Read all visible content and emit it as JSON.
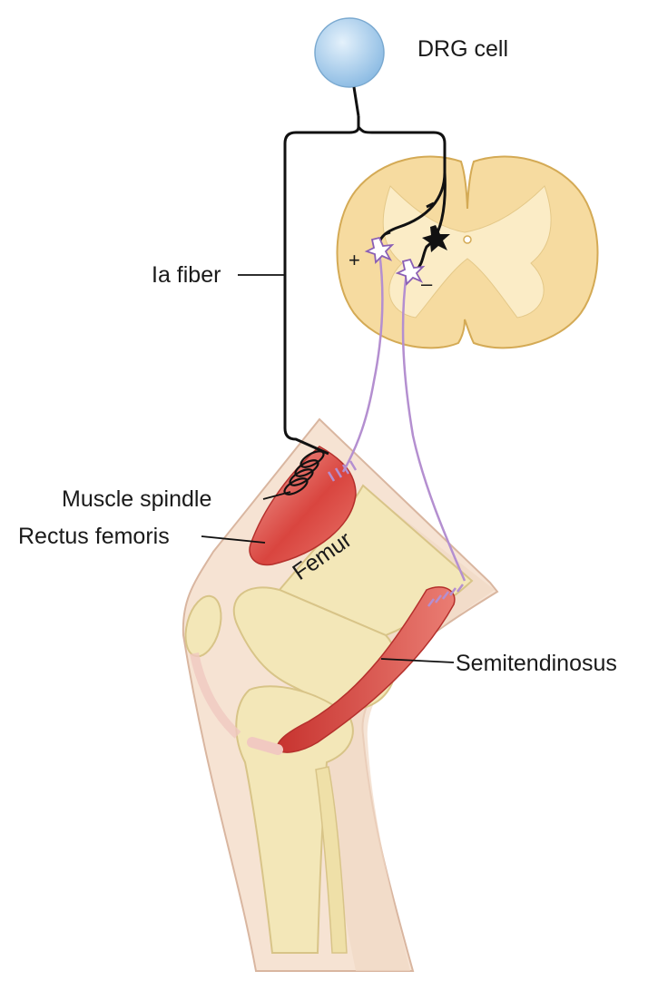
{
  "labels": {
    "drg_cell": "DRG cell",
    "ia_fiber": "Ia fiber",
    "muscle_spindle": "Muscle spindle",
    "rectus_femoris": "Rectus femoris",
    "femur": "Femur",
    "semitendinosus": "Semitendinosus"
  },
  "signs": {
    "excitatory": "+",
    "inhibitory": "–"
  },
  "colors": {
    "drg_cell": "#a9cdec",
    "spinal_cord_outer": "#f6dba0",
    "spinal_cord_gray": "#fbecc6",
    "muscle": "#d9453f",
    "bone": "#f3e7b8",
    "skin": "#f3dcc9",
    "motor_neuron_axon": "#b48fd0",
    "sensory_fiber": "#111111"
  }
}
